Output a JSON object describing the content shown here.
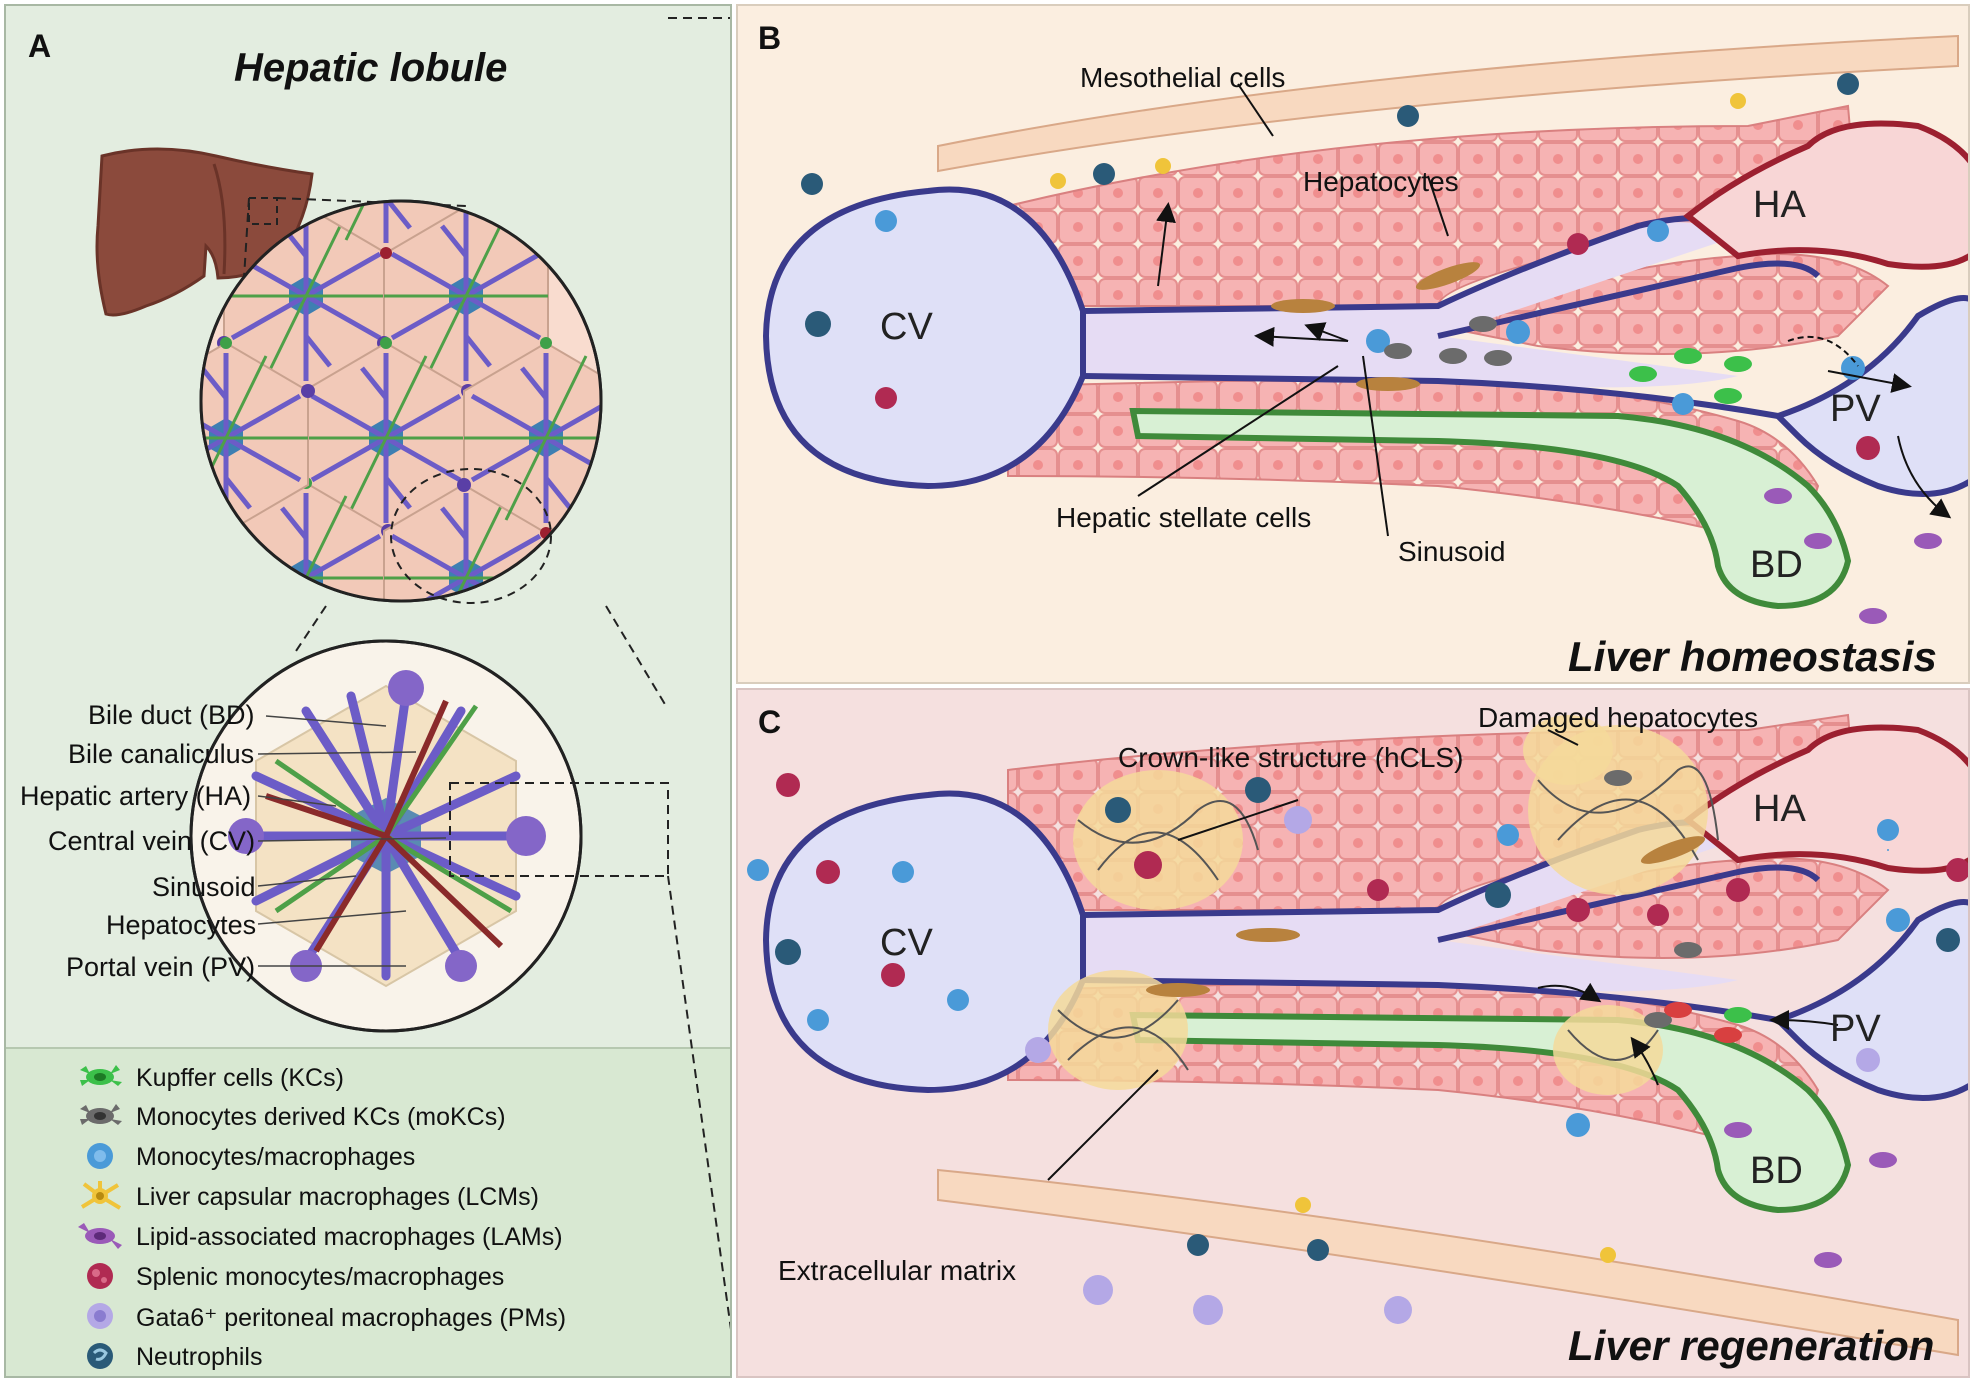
{
  "panels": {
    "a": {
      "letter": "A",
      "title": "Hepatic lobule",
      "lobule_labels": [
        "Bile duct (BD)",
        "Bile canaliculus",
        "Hepatic artery (HA)",
        "Central vein (CV)",
        "Sinusoid",
        "Hepatocytes",
        "Portal vein (PV)"
      ]
    },
    "b": {
      "letter": "B",
      "title": "Liver homeostasis",
      "labels": {
        "mesothelial": "Mesothelial cells",
        "hepatocytes": "Hepatocytes",
        "stellate": "Hepatic stellate cells",
        "sinusoid": "Sinusoid"
      },
      "vessels": {
        "cv": "CV",
        "ha": "HA",
        "pv": "PV",
        "bd": "BD"
      }
    },
    "c": {
      "letter": "C",
      "title": "Liver regeneration",
      "labels": {
        "damaged": "Damaged hepatocytes",
        "crown": "Crown-like structure (hCLS)",
        "ecm": "Extracellular matrix"
      },
      "vessels": {
        "cv": "CV",
        "ha": "HA",
        "pv": "PV",
        "bd": "BD"
      }
    }
  },
  "legend": [
    {
      "icon": "kupffer-cell-icon",
      "label": "Kupffer cells (KCs)",
      "color": "#3cc04a"
    },
    {
      "icon": "monocyte-derived-kc-icon",
      "label": "Monocytes derived KCs (moKCs)",
      "color": "#6b6b6b"
    },
    {
      "icon": "monocyte-macrophage-icon",
      "label": "Monocytes/macrophages",
      "color": "#4a9ad8"
    },
    {
      "icon": "capsular-macrophage-icon",
      "label": "Liver capsular macrophages (LCMs)",
      "color": "#f0c43a"
    },
    {
      "icon": "lipid-macrophage-icon",
      "label": "Lipid-associated macrophages (LAMs)",
      "color": "#9a5ab8"
    },
    {
      "icon": "splenic-monocyte-icon",
      "label": "Splenic monocytes/macrophages",
      "color": "#b02a52"
    },
    {
      "icon": "peritoneal-macrophage-icon",
      "label": "Gata6⁺ peritoneal macrophages (PMs)",
      "color": "#b4a8e6"
    },
    {
      "icon": "neutrophil-icon",
      "label": "Neutrophils",
      "color": "#2a5a78"
    }
  ],
  "colors": {
    "hepatocyte": "#f6b3b3",
    "vein_fill": "#dfe0f7",
    "vein_stroke": "#3a3a8c",
    "artery_stroke": "#9c2030",
    "bile_duct": "#4ea048"
  }
}
